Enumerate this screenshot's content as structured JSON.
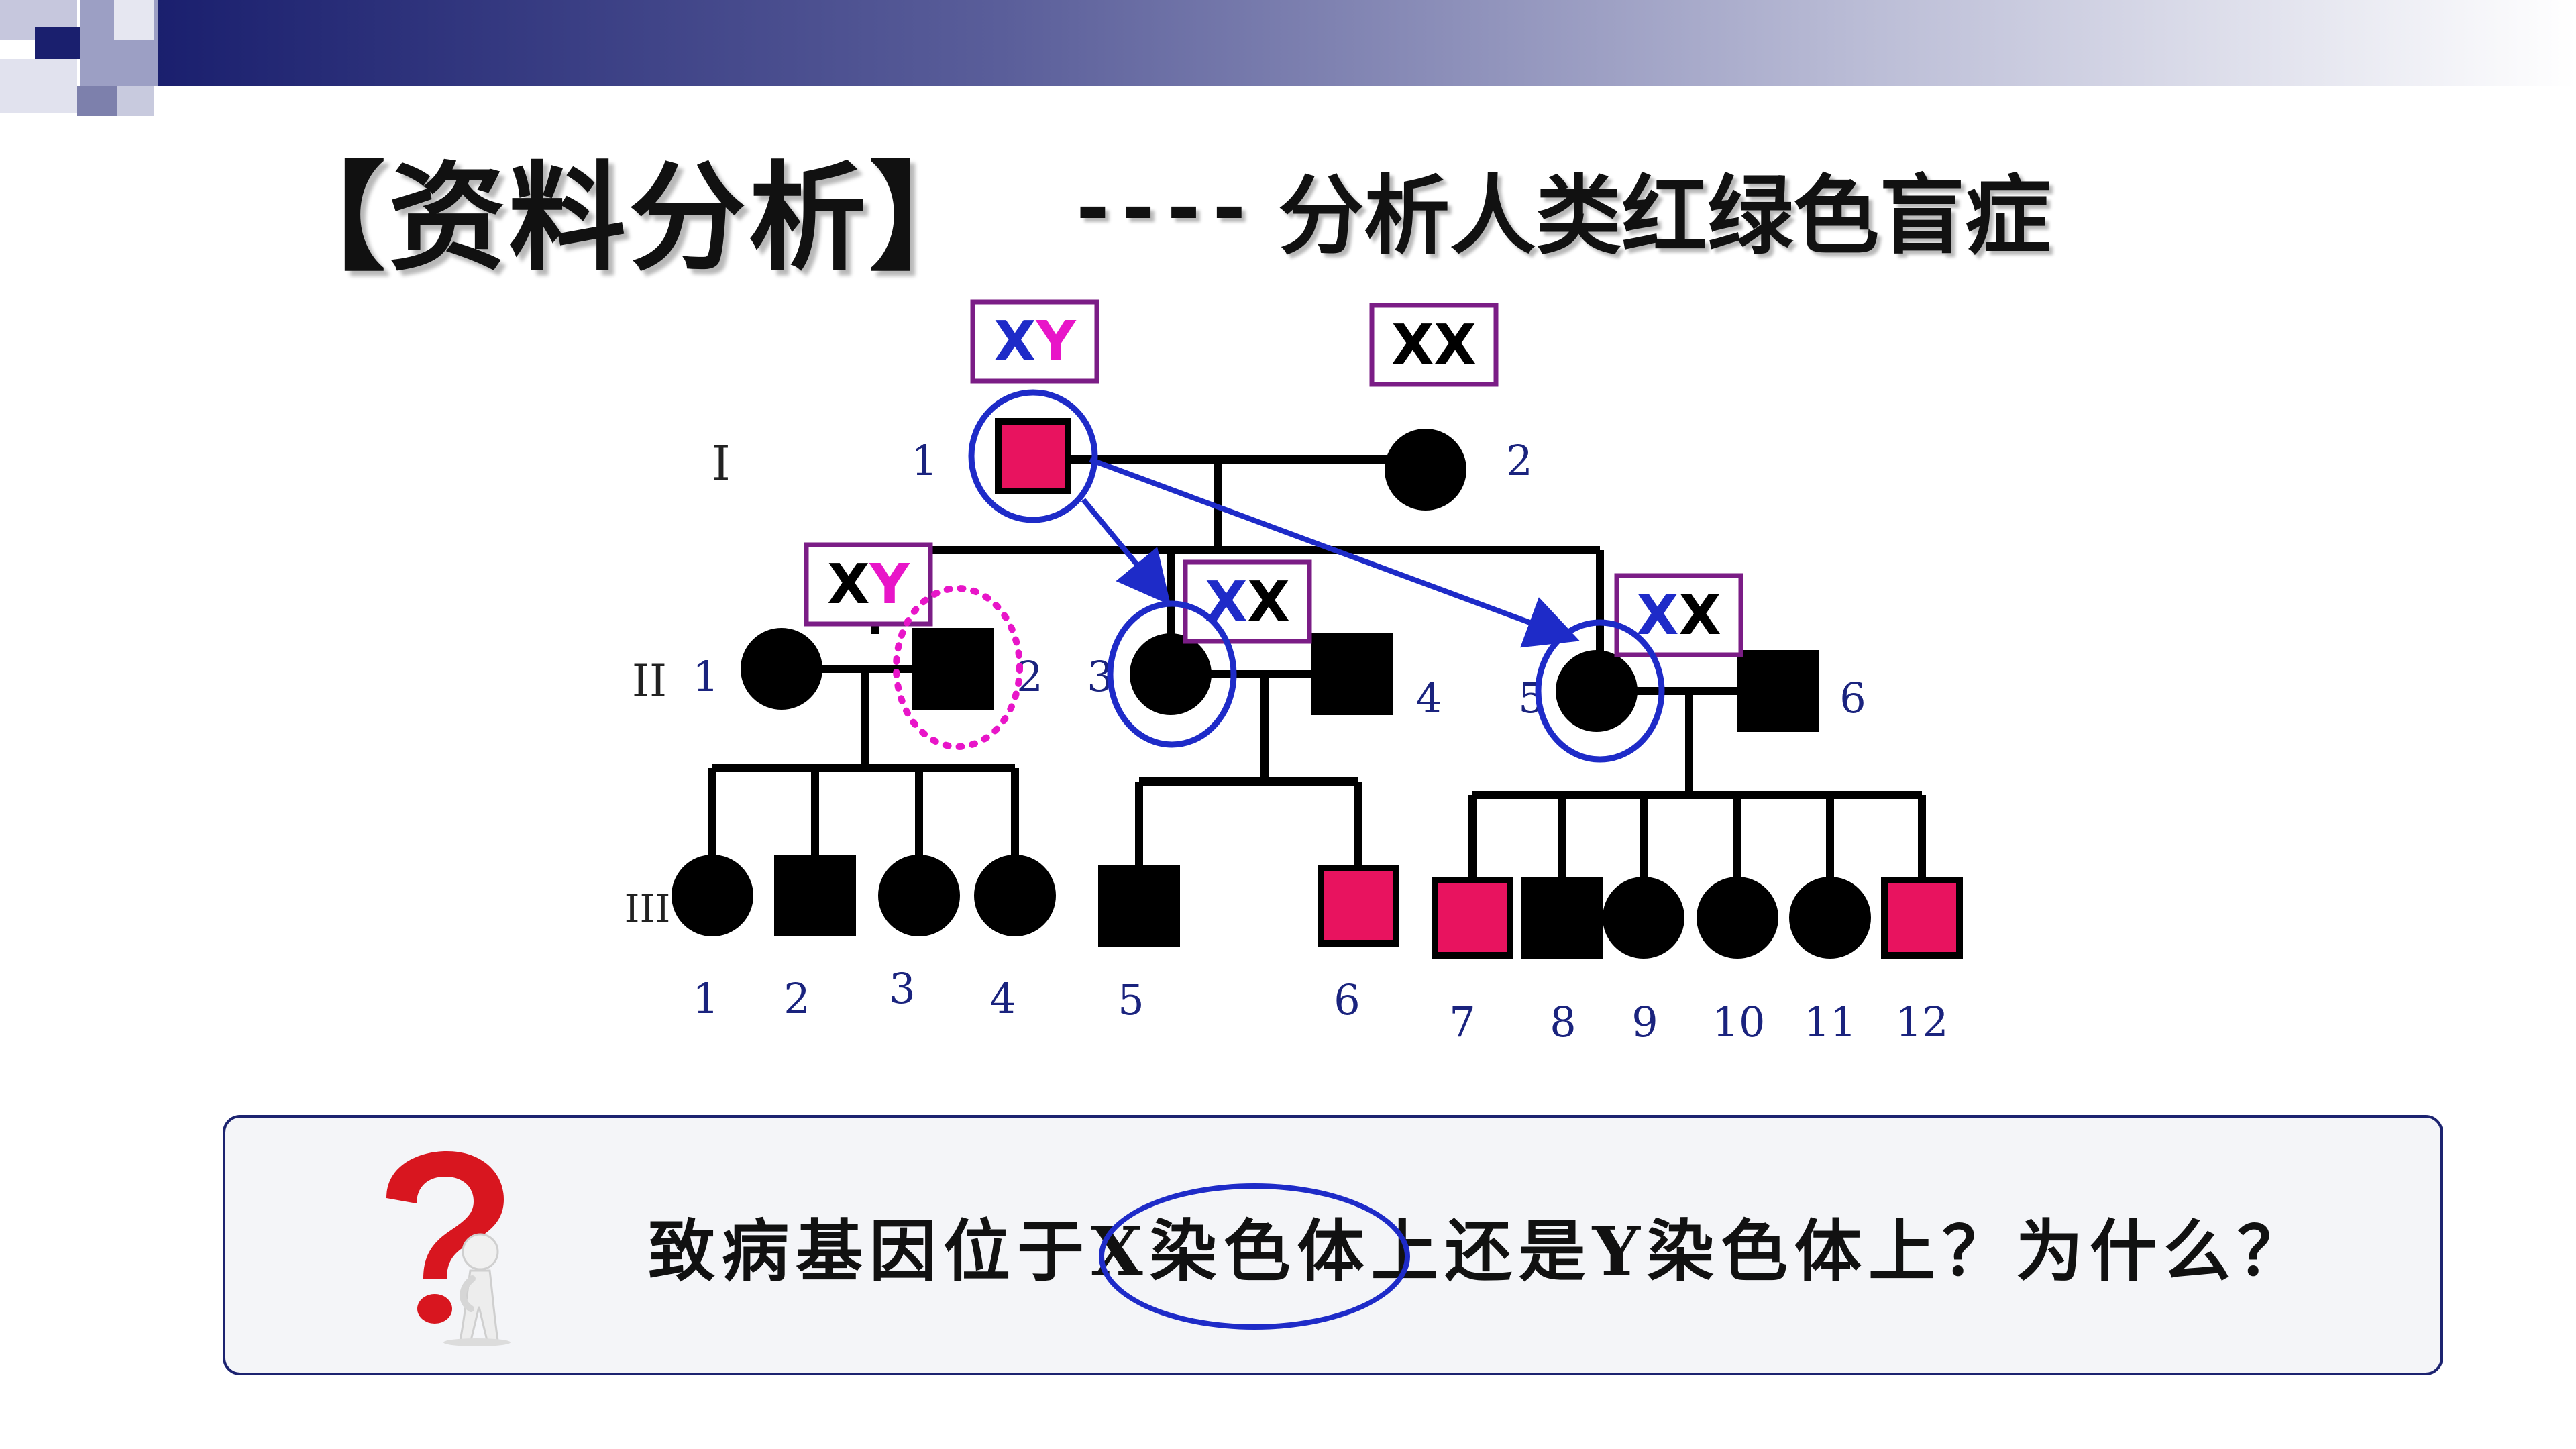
{
  "title": {
    "main": "【资料分析】",
    "dashes": "----",
    "subtitle": "分析人类红绿色盲症"
  },
  "colors": {
    "affected": "#e8135f",
    "normal": "#000000",
    "arrow": "#1e2bc8",
    "label_box": "#7b1d86",
    "y_chromosome": "#e815c8",
    "x_highlight": "#1e2bc8",
    "number_text": "#1a237e"
  },
  "pedigree": {
    "generations": [
      "I",
      "II",
      "III"
    ],
    "individuals": {
      "I-1": {
        "sex": "male",
        "affected": true,
        "label": "1"
      },
      "I-2": {
        "sex": "female",
        "affected": false,
        "label": "2"
      },
      "II-1": {
        "sex": "female",
        "affected": false,
        "label": "1"
      },
      "II-2": {
        "sex": "male",
        "affected": false,
        "label": "2"
      },
      "II-3": {
        "sex": "female",
        "affected": false,
        "label": "3"
      },
      "II-4": {
        "sex": "male",
        "affected": false,
        "label": "4"
      },
      "II-5": {
        "sex": "female",
        "affected": false,
        "label": "5"
      },
      "II-6": {
        "sex": "male",
        "affected": false,
        "label": "6"
      },
      "III-1": {
        "sex": "female",
        "affected": false,
        "label": "1"
      },
      "III-2": {
        "sex": "male",
        "affected": false,
        "label": "2"
      },
      "III-3": {
        "sex": "female",
        "affected": false,
        "label": "3"
      },
      "III-4": {
        "sex": "female",
        "affected": false,
        "label": "4"
      },
      "III-5": {
        "sex": "male",
        "affected": false,
        "label": "5"
      },
      "III-6": {
        "sex": "male",
        "affected": true,
        "label": "6"
      },
      "III-7": {
        "sex": "male",
        "affected": true,
        "label": "7"
      },
      "III-8": {
        "sex": "male",
        "affected": false,
        "label": "8"
      },
      "III-9": {
        "sex": "female",
        "affected": false,
        "label": "9"
      },
      "III-10": {
        "sex": "female",
        "affected": false,
        "label": "10"
      },
      "III-11": {
        "sex": "female",
        "affected": false,
        "label": "11"
      },
      "III-12": {
        "sex": "male",
        "affected": true,
        "label": "12"
      }
    },
    "genotype_labels": [
      {
        "id": "I-1",
        "parts": [
          "X",
          "Y"
        ]
      },
      {
        "id": "I-2",
        "parts": [
          "X",
          "X"
        ]
      },
      {
        "id": "II-2",
        "parts": [
          "X",
          "Y"
        ]
      },
      {
        "id": "II-3",
        "parts": [
          "X",
          "X"
        ]
      },
      {
        "id": "II-5",
        "parts": [
          "X",
          "X"
        ]
      }
    ]
  },
  "question": {
    "text": "致病基因位于X染色体上还是Y染色体上？为什么？",
    "icon": "question-mark-figure-icon"
  }
}
